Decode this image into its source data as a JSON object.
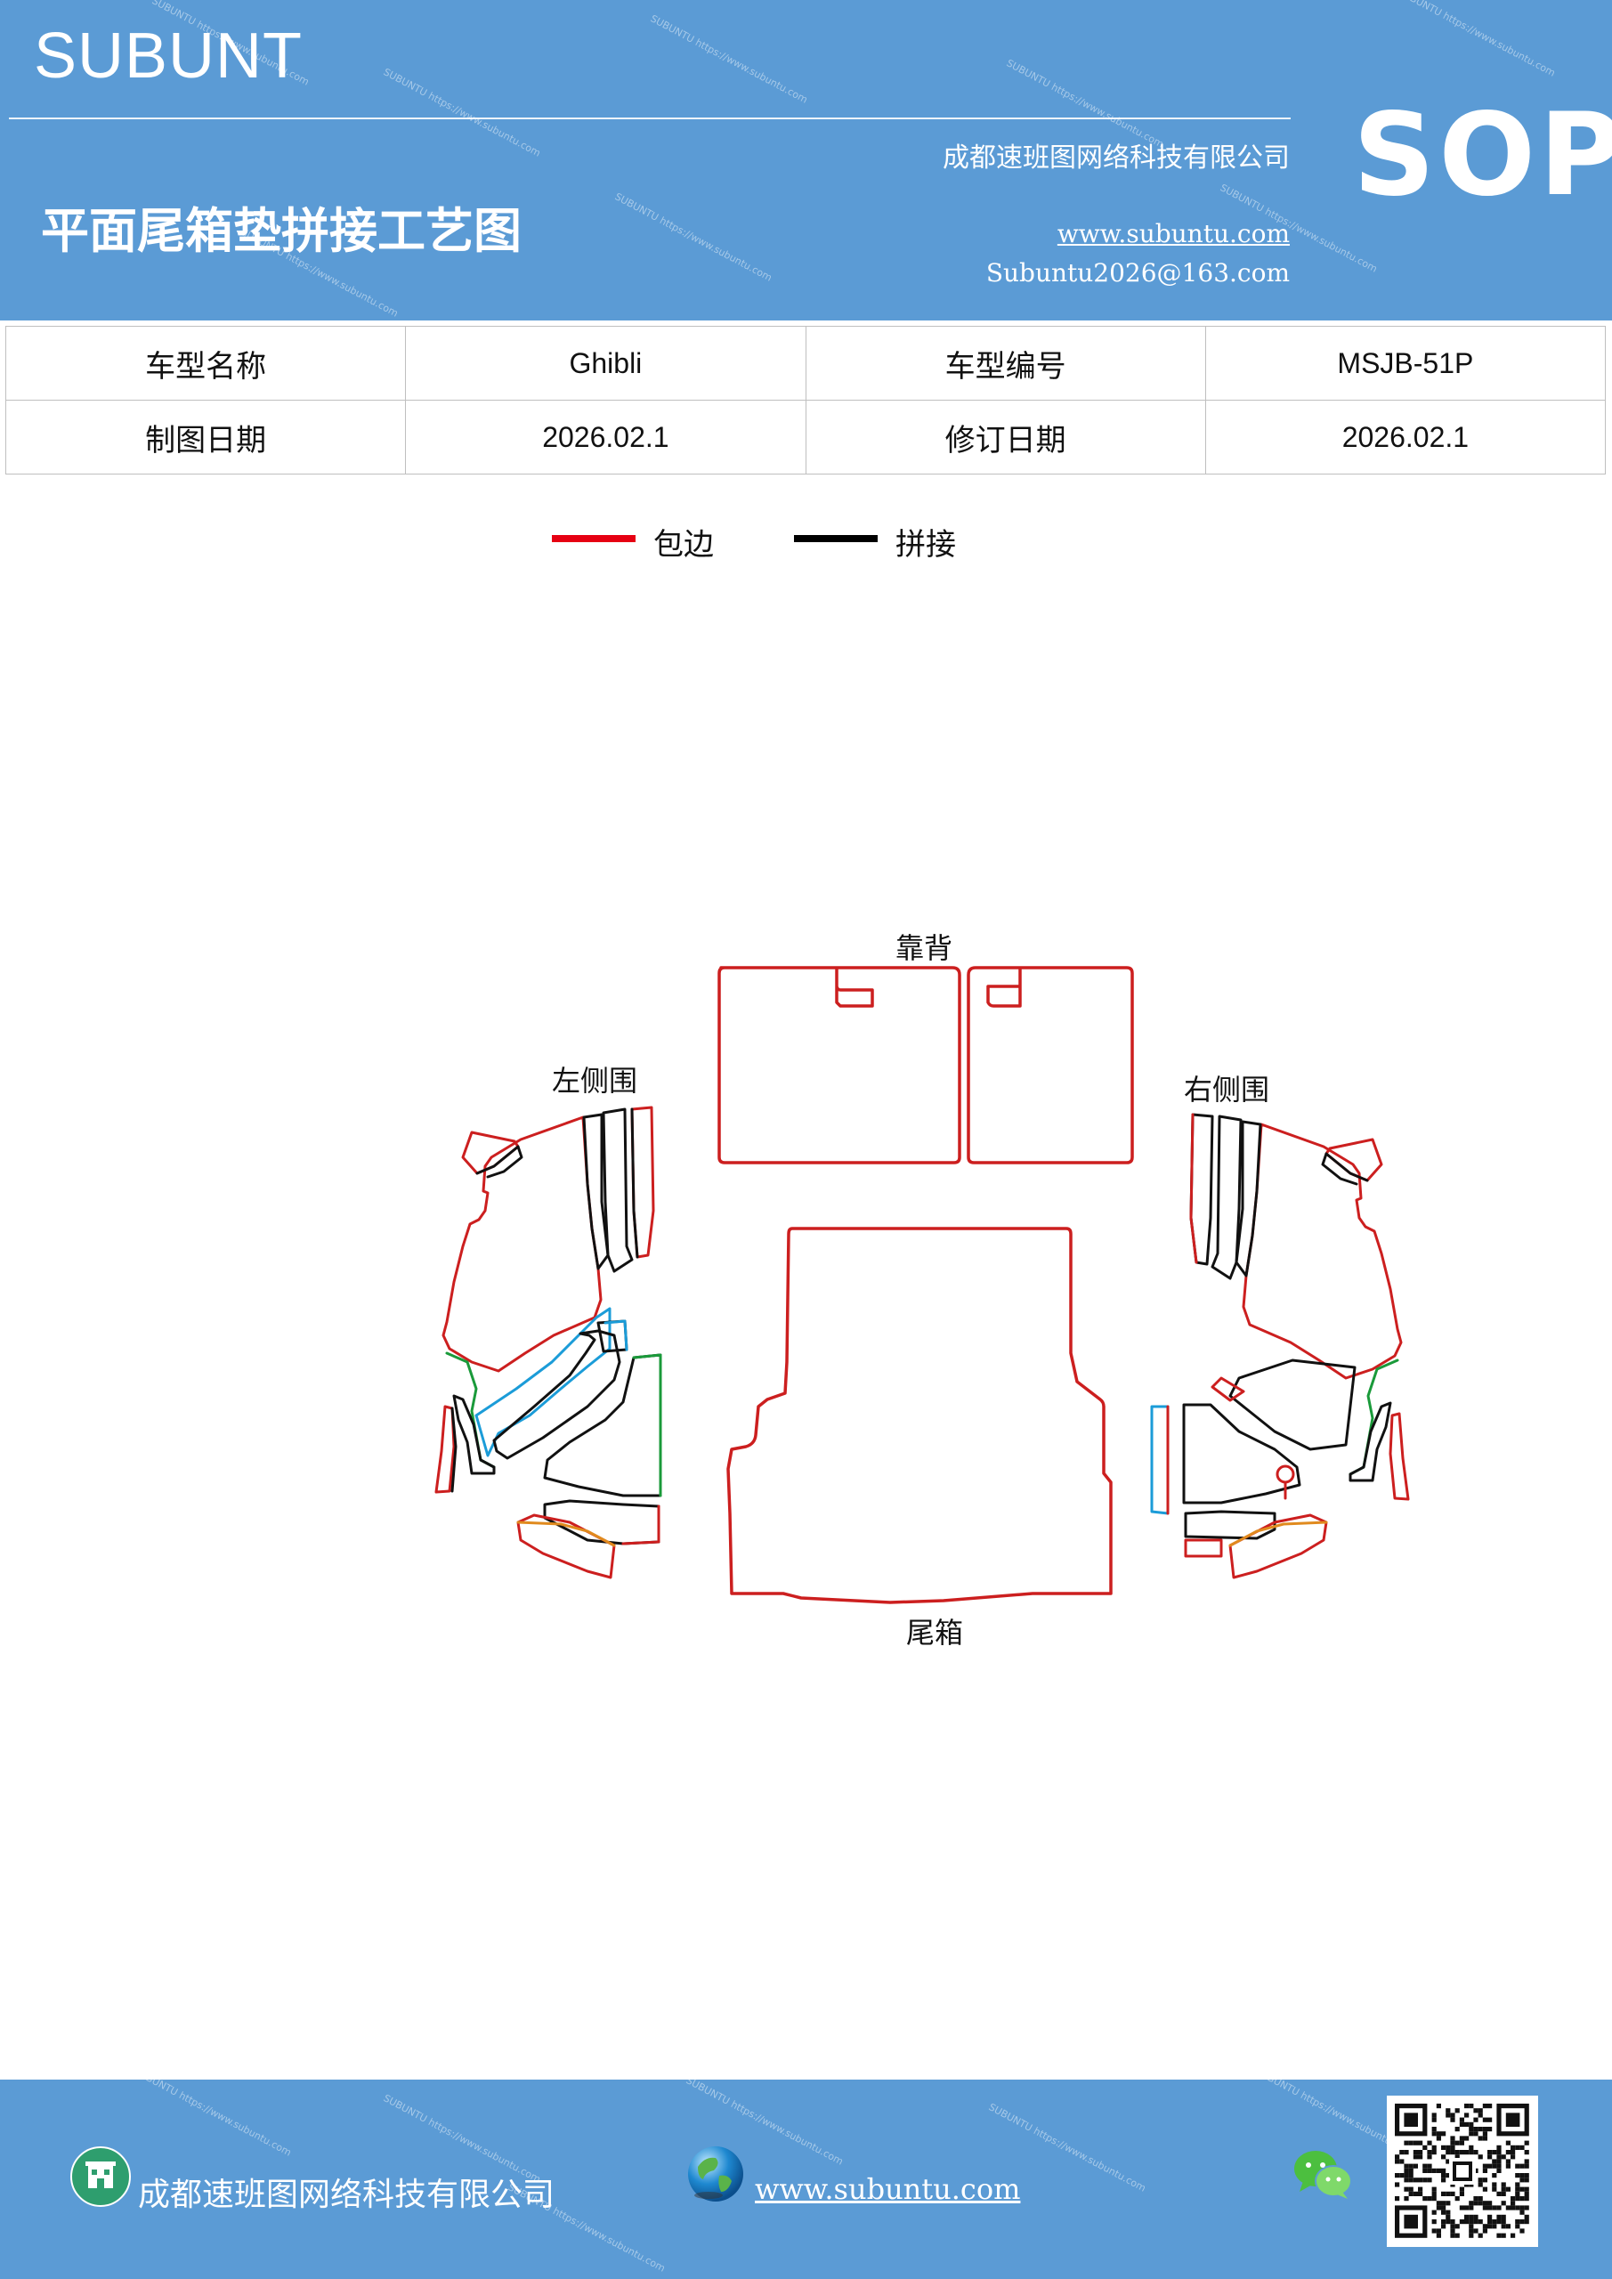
{
  "header": {
    "brand": "SUBUNT",
    "badge": "SOP",
    "company": "成都速班图网络科技有限公司",
    "title": "平面尾箱垫拼接工艺图",
    "website": "www.subuntu.com",
    "email": "Subuntu2026@163.com",
    "watermark": "SUBUNTU https://www.subuntu.com"
  },
  "info_table": {
    "rows": [
      [
        {
          "label": "车型名称"
        },
        {
          "value": "Ghibli"
        },
        {
          "label": "车型编号"
        },
        {
          "value": "MSJB-51P"
        }
      ],
      [
        {
          "label": "制图日期"
        },
        {
          "value": "2026.02.1"
        },
        {
          "label": "修订日期"
        },
        {
          "value": "2026.02.1"
        }
      ]
    ]
  },
  "legend": {
    "items": [
      {
        "label": "包边",
        "color": "#e60012"
      },
      {
        "label": "拼接",
        "color": "#000000"
      }
    ]
  },
  "diagram": {
    "labels": {
      "backrest": "靠背",
      "left_side": "左侧围",
      "right_side": "右侧围",
      "trunk": "尾箱"
    },
    "colors": {
      "edge": "#cc1f1f",
      "seam": "#111111",
      "green": "#1a9a3a",
      "blue": "#1b9cd8",
      "orange": "#e08a1e"
    }
  },
  "footer": {
    "company": "成都速班图网络科技有限公司",
    "website": "www.subuntu.com",
    "icons": [
      "building-icon",
      "globe-icon",
      "wechat-icon",
      "qr-code"
    ]
  }
}
